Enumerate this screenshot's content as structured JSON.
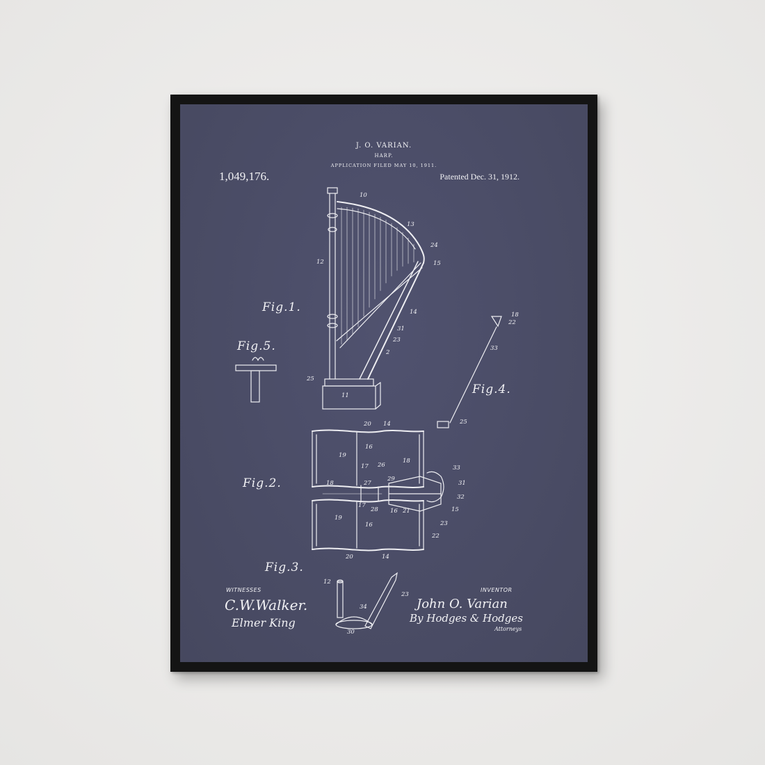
{
  "header": {
    "inventor_name": "J. O. VARIAN.",
    "title": "HARP.",
    "filed": "APPLICATION FILED MAY 10, 1911.",
    "patent_number": "1,049,176.",
    "patent_date": "Patented Dec. 31, 1912."
  },
  "figures": {
    "fig1": "Fig.1.",
    "fig2": "Fig.2.",
    "fig3": "Fig.3.",
    "fig4": "Fig.4.",
    "fig5": "Fig.5."
  },
  "labels": {
    "l10": "10",
    "l13": "13",
    "l24": "24",
    "l15": "15",
    "l12": "12",
    "l14": "14",
    "l31": "31",
    "l23": "23",
    "l2": "2",
    "l25": "25",
    "l11": "11",
    "f4_18": "18",
    "f4_22": "22",
    "f4_33": "33",
    "f4_25": "25",
    "f2_20a": "20",
    "f2_14a": "14",
    "f2_16a": "16",
    "f2_19a": "19",
    "f2_17a": "17",
    "f2_26": "26",
    "f2_18a": "18",
    "f2_18b": "18",
    "f2_27": "27",
    "f2_29": "29",
    "f2_33": "33",
    "f2_31": "31",
    "f2_32": "32",
    "f2_28": "28",
    "f2_16b": "16",
    "f2_21": "21",
    "f2_15": "15",
    "f2_19b": "19",
    "f2_17b": "17",
    "f2_16c": "16",
    "f2_23": "23",
    "f2_22": "22",
    "f2_20b": "20",
    "f2_14b": "14",
    "f3_12": "12",
    "f3_23": "23",
    "f3_34": "34",
    "f3_30": "30"
  },
  "signatures": {
    "witnesses_label": "WITNESSES",
    "inventor_label": "INVENTOR",
    "witness1": "C.W.Walker.",
    "witness2": "Elmer King",
    "inventor_sig": "John O. Varian",
    "attorney_sig": "By Hodges & Hodges",
    "attorneys_label": "Attorneys"
  },
  "colors": {
    "wall": "#ecebea",
    "frame": "#141414",
    "paper": "#4b4d6a",
    "ink": "#f1f1f4"
  }
}
